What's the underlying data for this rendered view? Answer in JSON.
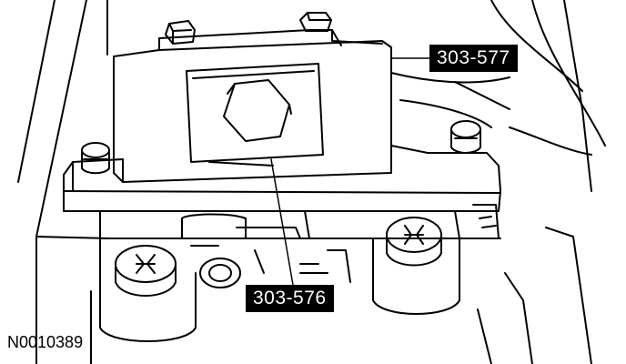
{
  "callouts": {
    "tool_upper": "303-577",
    "tool_lower": "303-576"
  },
  "figure_id": "N0010389",
  "colors": {
    "ink": "#000000",
    "paper": "#ffffff"
  }
}
